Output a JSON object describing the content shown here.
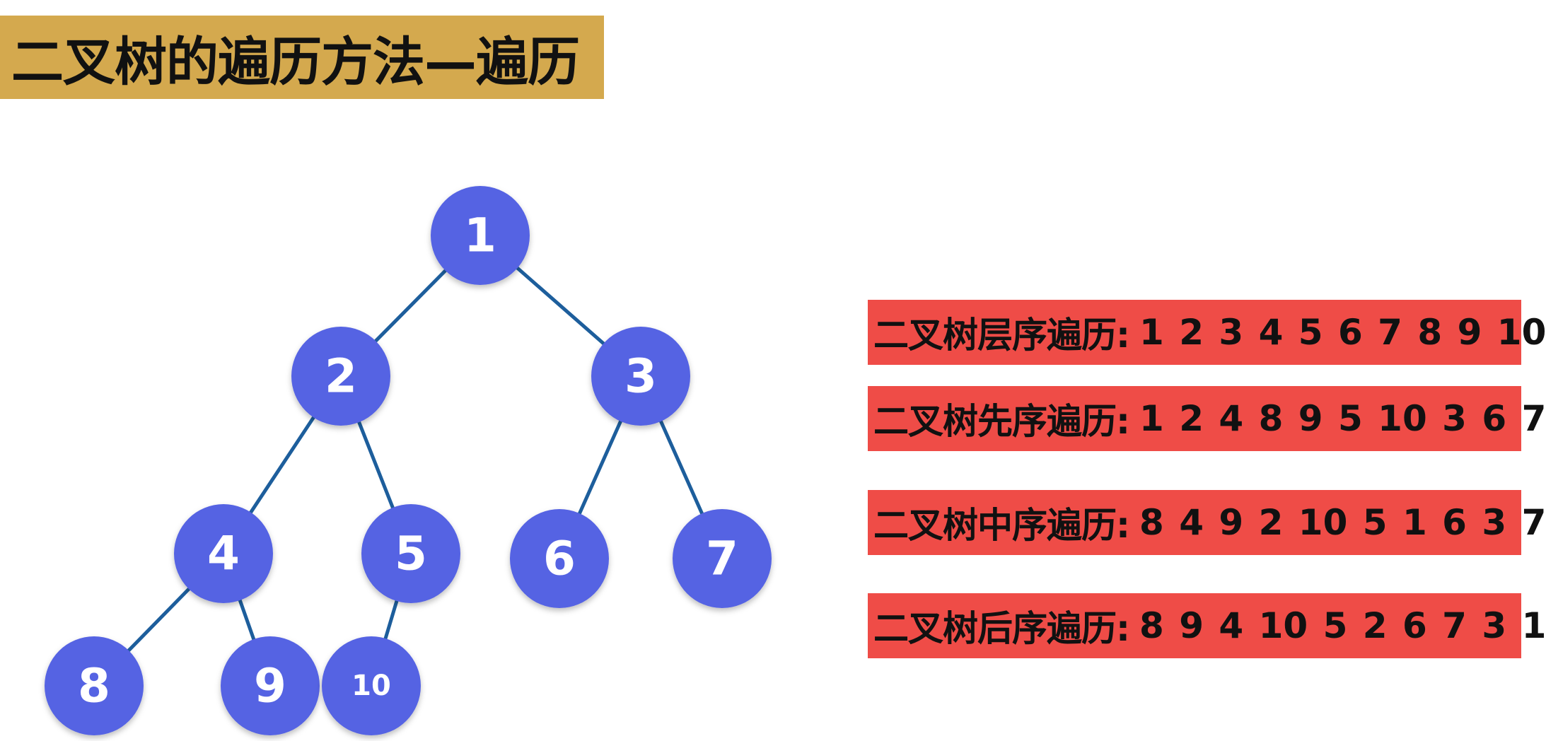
{
  "title": "二叉树的遍历方法—遍历",
  "tree": {
    "nodes": [
      {
        "id": "1",
        "label": "1"
      },
      {
        "id": "2",
        "label": "2"
      },
      {
        "id": "3",
        "label": "3"
      },
      {
        "id": "4",
        "label": "4"
      },
      {
        "id": "5",
        "label": "5"
      },
      {
        "id": "6",
        "label": "6"
      },
      {
        "id": "7",
        "label": "7"
      },
      {
        "id": "8",
        "label": "8"
      },
      {
        "id": "9",
        "label": "9"
      },
      {
        "id": "10",
        "label": "10"
      }
    ],
    "edges": [
      {
        "from": "1",
        "to": "2"
      },
      {
        "from": "1",
        "to": "3"
      },
      {
        "from": "2",
        "to": "4"
      },
      {
        "from": "2",
        "to": "5"
      },
      {
        "from": "3",
        "to": "6"
      },
      {
        "from": "3",
        "to": "7"
      },
      {
        "from": "4",
        "to": "8"
      },
      {
        "from": "4",
        "to": "9"
      },
      {
        "from": "5",
        "to": "10"
      }
    ]
  },
  "traversals": [
    {
      "label": "二叉树层序遍历:",
      "sequence": "1 2 3 4 5 6 7 8 9 10"
    },
    {
      "label": "二叉树先序遍历:",
      "sequence": "1 2 4 8 9 5 10 3 6 7"
    },
    {
      "label": "二叉树中序遍历:",
      "sequence": "8 4 9 2 10 5 1 6 3 7"
    },
    {
      "label": "二叉树后序遍历:",
      "sequence": "8 9 4 10 5 2 6 7 3 1"
    }
  ],
  "colors": {
    "title_bg": "#d4a94e",
    "node_fill": "#5563e3",
    "edge": "#1d5e9c",
    "box_bg": "#ef4c47"
  }
}
